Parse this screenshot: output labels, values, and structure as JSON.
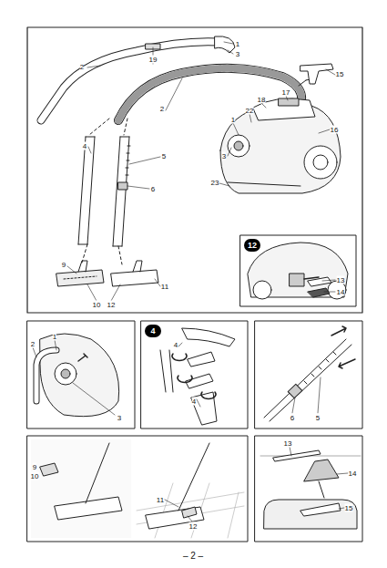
{
  "diagram": {
    "nodes": [
      {
        "text": [
          "12"
        ]
      },
      {
        "text": [
          "4"
        ]
      }
    ],
    "labels": [
      "1",
      "3",
      "2",
      "19",
      "15",
      "17",
      "18",
      "22",
      "16",
      "2",
      "1",
      "4",
      "5",
      "6",
      "3",
      "23",
      "9",
      "10",
      "12",
      "11",
      "13",
      "14",
      "2",
      "1",
      "3",
      "4",
      "4",
      "6",
      "5",
      "9",
      "10",
      "11",
      "12",
      "13",
      "14",
      "15",
      "– 2 –"
    ]
  }
}
